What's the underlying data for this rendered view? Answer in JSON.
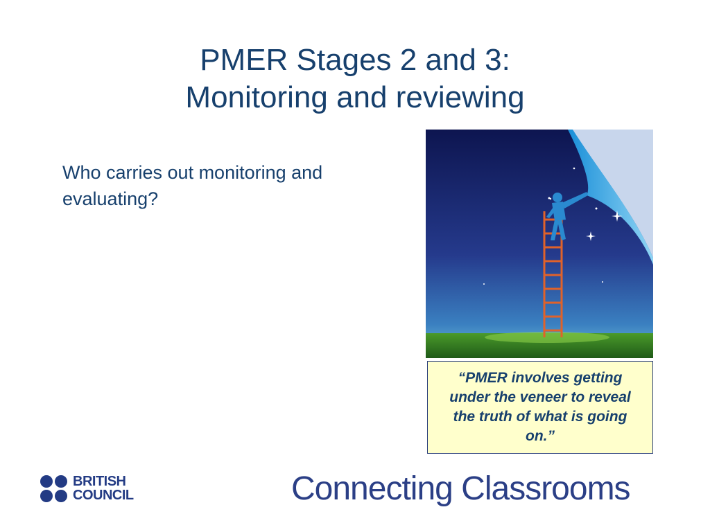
{
  "slide": {
    "title_line1": "PMER Stages 2 and 3:",
    "title_line2": "Monitoring and reviewing",
    "body": "Who carries out monitoring and evaluating?",
    "quote": "“PMER involves getting under the veneer to reveal the truth of what is going on.”"
  },
  "illustration": {
    "icon": "man-on-ladder-peeling-night-sky-icon"
  },
  "logos": {
    "british_council_line1": "BRITISH",
    "british_council_line2": "COUNCIL",
    "connecting_classrooms": "Connecting Classrooms"
  },
  "colors": {
    "title": "#17406d",
    "quote_background": "#ffffcc",
    "logo_blue": "#233b84"
  }
}
